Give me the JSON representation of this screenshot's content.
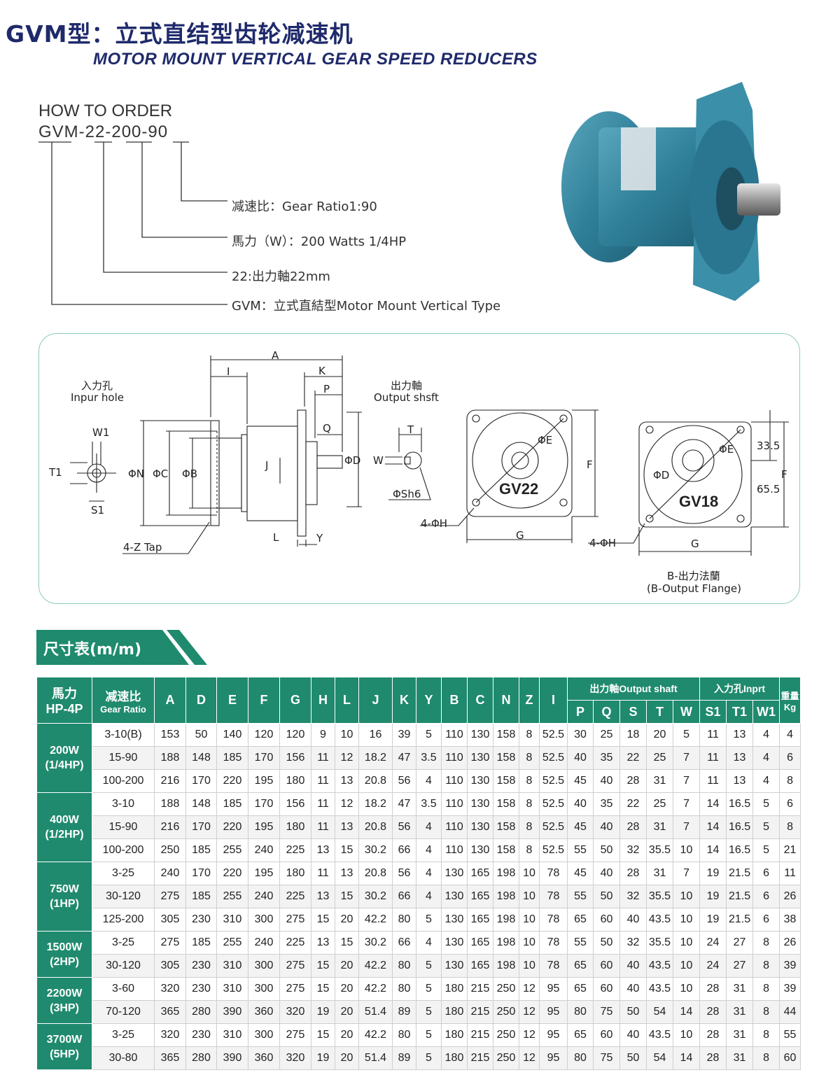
{
  "header": {
    "title_cn": "GVM型：立式直结型齿轮减速机",
    "title_en": "MOTOR MOUNT VERTICAL GEAR SPEED REDUCERS"
  },
  "order": {
    "title": "HOW TO ORDER",
    "code": "GVM-22-200-90",
    "labels": {
      "ratio": "减速比：Gear Ratio1:90",
      "power": "馬力（W）：200 Watts 1/4HP",
      "shaft": "22:出力軸22mm",
      "type": "GVM：立式直結型Motor Mount  Vertical Type"
    }
  },
  "diagram": {
    "input_hole_cn": "入力孔",
    "input_hole_en": "Inpur hole",
    "output_shaft_cn": "出力軸",
    "output_shaft_en": "Output shsft",
    "labels": {
      "A": "A",
      "I": "I",
      "K": "K",
      "P": "P",
      "Q": "Q",
      "J": "J",
      "phiD": "ΦD",
      "phiN": "ΦN",
      "phiC": "ΦC",
      "phiB": "ΦB",
      "W1": "W1",
      "T1": "T1",
      "S1": "S1",
      "L": "L",
      "Y": "Y",
      "tap": "4-Z Tap",
      "T": "T",
      "W": "W",
      "phiSh6": "ΦSh6",
      "phiE": "ΦE",
      "F": "F",
      "G": "G",
      "H": "4-ΦH",
      "gv22": "GV22",
      "gv18": "GV18",
      "dim33": "33.5",
      "dim65": "65.5",
      "flange_cn": "B-出力法蘭",
      "flange_en": "(B-Output Flange)"
    }
  },
  "section": {
    "title": "尺寸表(m/m)"
  },
  "table": {
    "head": {
      "power_cn": "馬力",
      "power_en": "HP-4P",
      "ratio_cn": "减速比",
      "ratio_en": "Gear Ratio",
      "cols": [
        "A",
        "D",
        "E",
        "F",
        "G",
        "H",
        "L",
        "J",
        "K",
        "Y",
        "B",
        "C",
        "N",
        "Z",
        "I"
      ],
      "out_shaft": "出力軸Output shaft",
      "out_cols": [
        "P",
        "Q",
        "S",
        "T",
        "W"
      ],
      "input_hole": "入力孔Inprt",
      "in_cols": [
        "S1",
        "T1",
        "W1"
      ],
      "weight_cn": "重量",
      "weight_en": "Kg"
    },
    "groups": [
      {
        "power_w": "200W",
        "power_hp": "(1/4HP)",
        "rows": [
          [
            "3-10(B)",
            "153",
            "50",
            "140",
            "120",
            "120",
            "9",
            "10",
            "16",
            "39",
            "5",
            "110",
            "130",
            "158",
            "8",
            "52.5",
            "30",
            "25",
            "18",
            "20",
            "5",
            "11",
            "13",
            "4",
            "4"
          ],
          [
            "15-90",
            "188",
            "148",
            "185",
            "170",
            "156",
            "11",
            "12",
            "18.2",
            "47",
            "3.5",
            "110",
            "130",
            "158",
            "8",
            "52.5",
            "40",
            "35",
            "22",
            "25",
            "7",
            "11",
            "13",
            "4",
            "6"
          ],
          [
            "100-200",
            "216",
            "170",
            "220",
            "195",
            "180",
            "11",
            "13",
            "20.8",
            "56",
            "4",
            "110",
            "130",
            "158",
            "8",
            "52.5",
            "45",
            "40",
            "28",
            "31",
            "7",
            "11",
            "13",
            "4",
            "8"
          ]
        ]
      },
      {
        "power_w": "400W",
        "power_hp": "(1/2HP)",
        "rows": [
          [
            "3-10",
            "188",
            "148",
            "185",
            "170",
            "156",
            "11",
            "12",
            "18.2",
            "47",
            "3.5",
            "110",
            "130",
            "158",
            "8",
            "52.5",
            "40",
            "35",
            "22",
            "25",
            "7",
            "14",
            "16.5",
            "5",
            "6"
          ],
          [
            "15-90",
            "216",
            "170",
            "220",
            "195",
            "180",
            "11",
            "13",
            "20.8",
            "56",
            "4",
            "110",
            "130",
            "158",
            "8",
            "52.5",
            "45",
            "40",
            "28",
            "31",
            "7",
            "14",
            "16.5",
            "5",
            "8"
          ],
          [
            "100-200",
            "250",
            "185",
            "255",
            "240",
            "225",
            "13",
            "15",
            "30.2",
            "66",
            "4",
            "110",
            "130",
            "158",
            "8",
            "52.5",
            "55",
            "50",
            "32",
            "35.5",
            "10",
            "14",
            "16.5",
            "5",
            "21"
          ]
        ]
      },
      {
        "power_w": "750W",
        "power_hp": "(1HP)",
        "rows": [
          [
            "3-25",
            "240",
            "170",
            "220",
            "195",
            "180",
            "11",
            "13",
            "20.8",
            "56",
            "4",
            "130",
            "165",
            "198",
            "10",
            "78",
            "45",
            "40",
            "28",
            "31",
            "7",
            "19",
            "21.5",
            "6",
            "11"
          ],
          [
            "30-120",
            "275",
            "185",
            "255",
            "240",
            "225",
            "13",
            "15",
            "30.2",
            "66",
            "4",
            "130",
            "165",
            "198",
            "10",
            "78",
            "55",
            "50",
            "32",
            "35.5",
            "10",
            "19",
            "21.5",
            "6",
            "26"
          ],
          [
            "125-200",
            "305",
            "230",
            "310",
            "300",
            "275",
            "15",
            "20",
            "42.2",
            "80",
            "5",
            "130",
            "165",
            "198",
            "10",
            "78",
            "65",
            "60",
            "40",
            "43.5",
            "10",
            "19",
            "21.5",
            "6",
            "38"
          ]
        ]
      },
      {
        "power_w": "1500W",
        "power_hp": "(2HP)",
        "rows": [
          [
            "3-25",
            "275",
            "185",
            "255",
            "240",
            "225",
            "13",
            "15",
            "30.2",
            "66",
            "4",
            "130",
            "165",
            "198",
            "10",
            "78",
            "55",
            "50",
            "32",
            "35.5",
            "10",
            "24",
            "27",
            "8",
            "26"
          ],
          [
            "30-120",
            "305",
            "230",
            "310",
            "300",
            "275",
            "15",
            "20",
            "42.2",
            "80",
            "5",
            "130",
            "165",
            "198",
            "10",
            "78",
            "65",
            "60",
            "40",
            "43.5",
            "10",
            "24",
            "27",
            "8",
            "39"
          ]
        ]
      },
      {
        "power_w": "2200W",
        "power_hp": "(3HP)",
        "rows": [
          [
            "3-60",
            "320",
            "230",
            "310",
            "300",
            "275",
            "15",
            "20",
            "42.2",
            "80",
            "5",
            "180",
            "215",
            "250",
            "12",
            "95",
            "65",
            "60",
            "40",
            "43.5",
            "10",
            "28",
            "31",
            "8",
            "39"
          ],
          [
            "70-120",
            "365",
            "280",
            "390",
            "360",
            "320",
            "19",
            "20",
            "51.4",
            "89",
            "5",
            "180",
            "215",
            "250",
            "12",
            "95",
            "80",
            "75",
            "50",
            "54",
            "14",
            "28",
            "31",
            "8",
            "44"
          ]
        ]
      },
      {
        "power_w": "3700W",
        "power_hp": "(5HP)",
        "rows": [
          [
            "3-25",
            "320",
            "230",
            "310",
            "300",
            "275",
            "15",
            "20",
            "42.2",
            "80",
            "5",
            "180",
            "215",
            "250",
            "12",
            "95",
            "65",
            "60",
            "40",
            "43.5",
            "10",
            "28",
            "31",
            "8",
            "55"
          ],
          [
            "30-80",
            "365",
            "280",
            "390",
            "360",
            "320",
            "19",
            "20",
            "51.4",
            "89",
            "5",
            "180",
            "215",
            "250",
            "12",
            "95",
            "80",
            "75",
            "50",
            "54",
            "14",
            "28",
            "31",
            "8",
            "60"
          ]
        ]
      }
    ]
  }
}
